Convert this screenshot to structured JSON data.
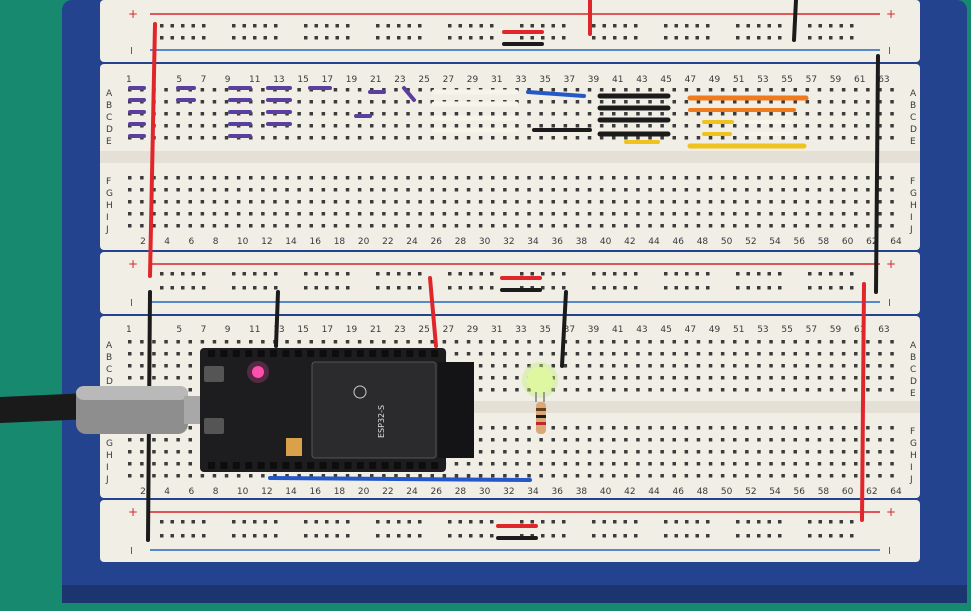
{
  "colors": {
    "background": "#16896f",
    "base_plate": "#23438f",
    "board": "#f1eee6",
    "hole": "#3b3b3b",
    "rail_red": "#d8262a",
    "rail_blue": "#2366c4",
    "wire_purple": "#5a3f9e",
    "wire_white": "#f7f4ea",
    "wire_black": "#1b1b1b",
    "wire_blue": "#2457c7",
    "wire_orange": "#f07a1c",
    "wire_yellow": "#f0c21e",
    "wire_red": "#e0262a",
    "led": "#c8f07a",
    "esp_pcb": "#1d1d1f"
  },
  "top_board": {
    "top_numbers": [
      "1",
      "5",
      "7",
      "9",
      "11",
      "13",
      "15",
      "17",
      "19",
      "21",
      "23",
      "25",
      "27",
      "29",
      "31",
      "33",
      "35",
      "37",
      "39",
      "41",
      "43",
      "45",
      "47",
      "49",
      "51",
      "53",
      "55",
      "57",
      "59",
      "61",
      "63"
    ],
    "bottom_numbers": [
      "2",
      "4",
      "6",
      "8",
      "10",
      "12",
      "14",
      "16",
      "18",
      "20",
      "22",
      "24",
      "26",
      "28",
      "30",
      "32",
      "34",
      "36",
      "38",
      "40",
      "42",
      "44",
      "46",
      "48",
      "50",
      "52",
      "54",
      "56",
      "58",
      "60",
      "62",
      "64"
    ],
    "rows_upper": [
      "A",
      "B",
      "C",
      "D",
      "E"
    ],
    "rows_lower": [
      "F",
      "G",
      "H",
      "I",
      "J"
    ]
  },
  "bottom_board": {
    "top_numbers": [
      "1",
      "5",
      "7",
      "9",
      "11",
      "13",
      "15",
      "17",
      "19",
      "21",
      "23",
      "25",
      "27",
      "29",
      "31",
      "33",
      "35",
      "37",
      "39",
      "41",
      "43",
      "45",
      "47",
      "49",
      "51",
      "53",
      "55",
      "57",
      "59",
      "61",
      "63"
    ],
    "bottom_numbers": [
      "2",
      "4",
      "6",
      "8",
      "10",
      "12",
      "14",
      "16",
      "18",
      "20",
      "22",
      "24",
      "26",
      "28",
      "30",
      "32",
      "34",
      "36",
      "38",
      "40",
      "42",
      "44",
      "46",
      "48",
      "50",
      "52",
      "54",
      "56",
      "58",
      "60",
      "62",
      "64"
    ],
    "rows_upper": [
      "A",
      "B",
      "C",
      "D",
      "E"
    ],
    "rows_lower": [
      "F",
      "G",
      "H",
      "I",
      "J"
    ]
  },
  "rails": {
    "plus": "+",
    "minus": "I"
  },
  "esp_module": {
    "chip_text": "ESP32-S"
  }
}
